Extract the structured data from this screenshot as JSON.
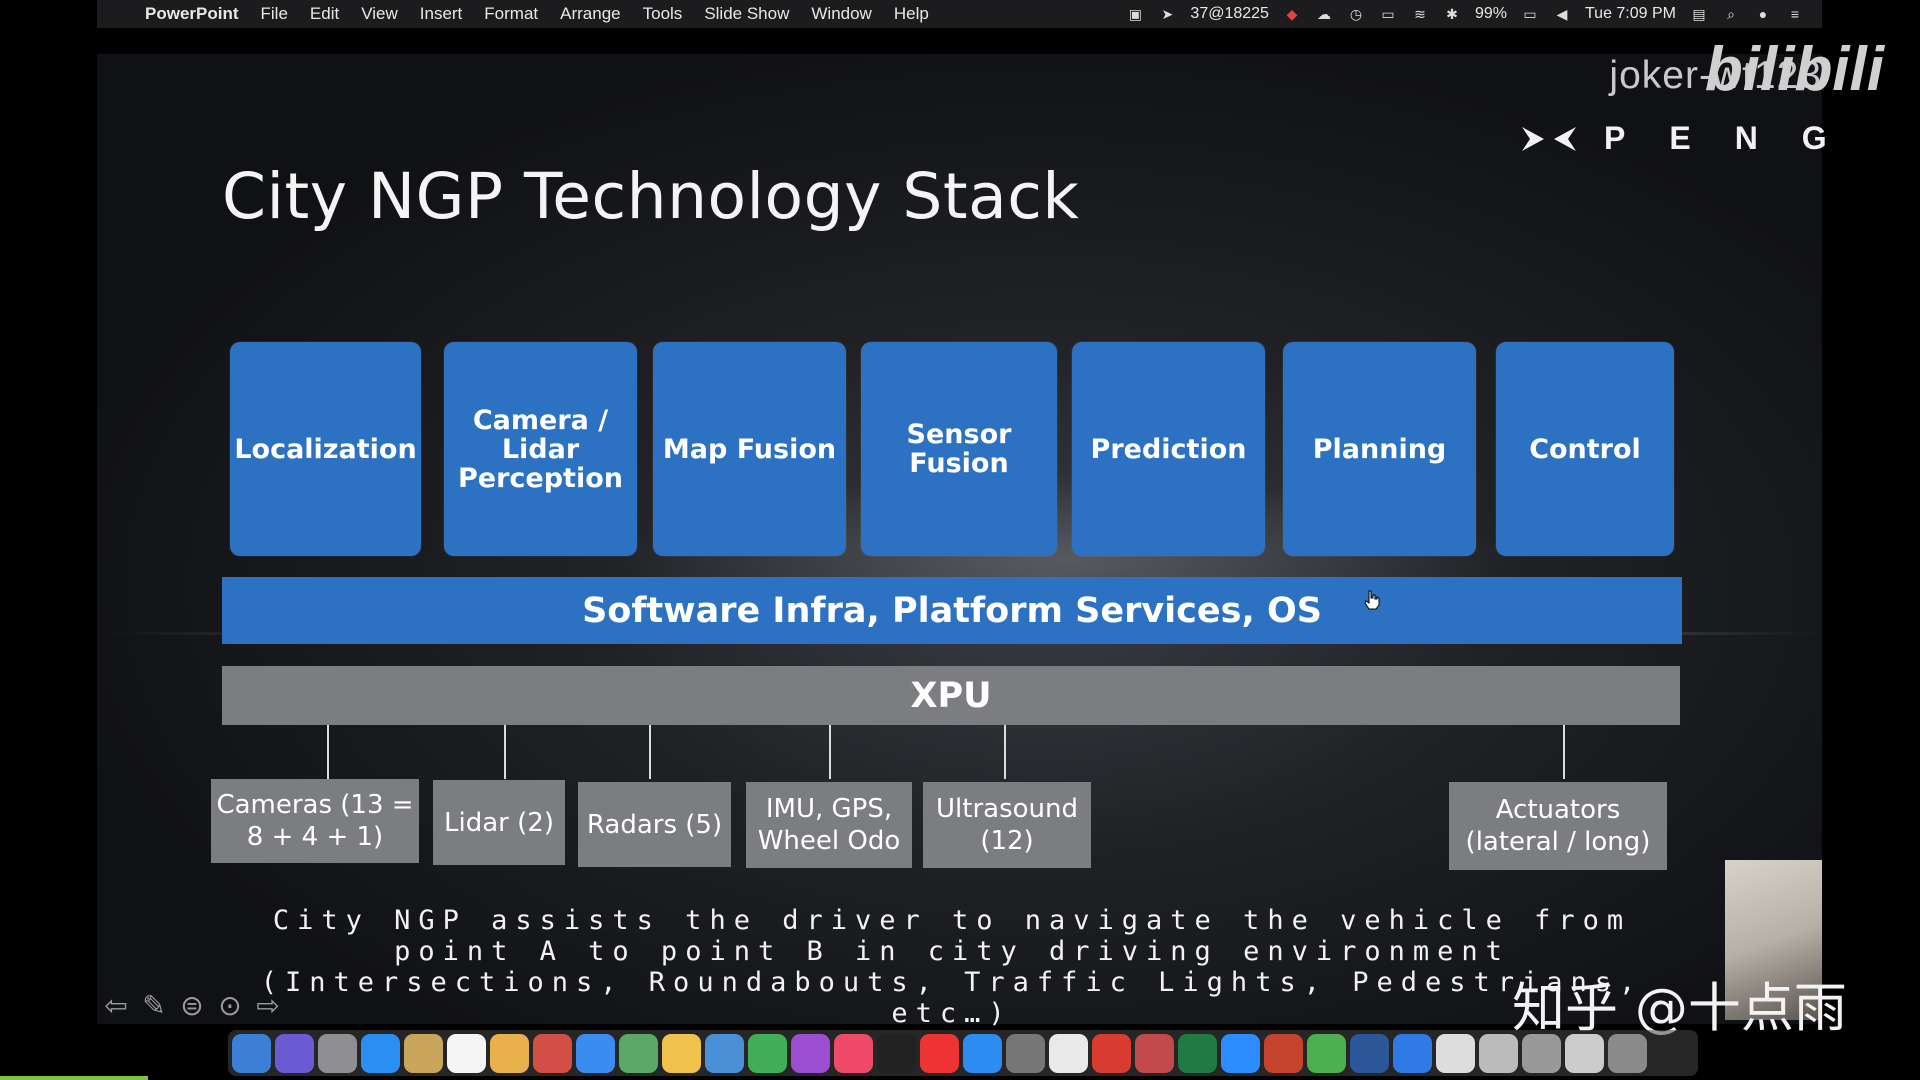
{
  "menubar": {
    "app_name": "PowerPoint",
    "menus": [
      "File",
      "Edit",
      "View",
      "Insert",
      "Format",
      "Arrange",
      "Tools",
      "Slide Show",
      "Window",
      "Help"
    ],
    "status": {
      "location_text": "37@18225",
      "battery": "99%",
      "clock": "Tue 7:09 PM"
    }
  },
  "watermarks": {
    "user": "joker-wt123",
    "site": "bilibili",
    "bottom": "知乎 @十点雨"
  },
  "slide": {
    "brand": "PENG",
    "title": "City NGP Technology Stack",
    "modules": [
      "Localization",
      "Camera / Lidar Perception",
      "Map Fusion",
      "Sensor Fusion",
      "Prediction",
      "Planning",
      "Control"
    ],
    "infra": "Software Infra, Platform Services, OS",
    "xpu": "XPU",
    "hardware": [
      "Cameras (13 = 8 + 4 + 1)",
      "Lidar (2)",
      "Radars (5)",
      "IMU, GPS, Wheel Odo",
      "Ultrasound (12)",
      "Actuators (lateral / long)"
    ],
    "caption": "City NGP assists the driver to navigate the vehicle from point A to point B in city driving environment (Intersections, Roundabouts, Traffic Lights, Pedestrians, etc…)"
  },
  "colors": {
    "module_blue": "#2d72c2",
    "xpu_gray": "#7c7d80",
    "menubar_bg": "#1c1c1e"
  }
}
